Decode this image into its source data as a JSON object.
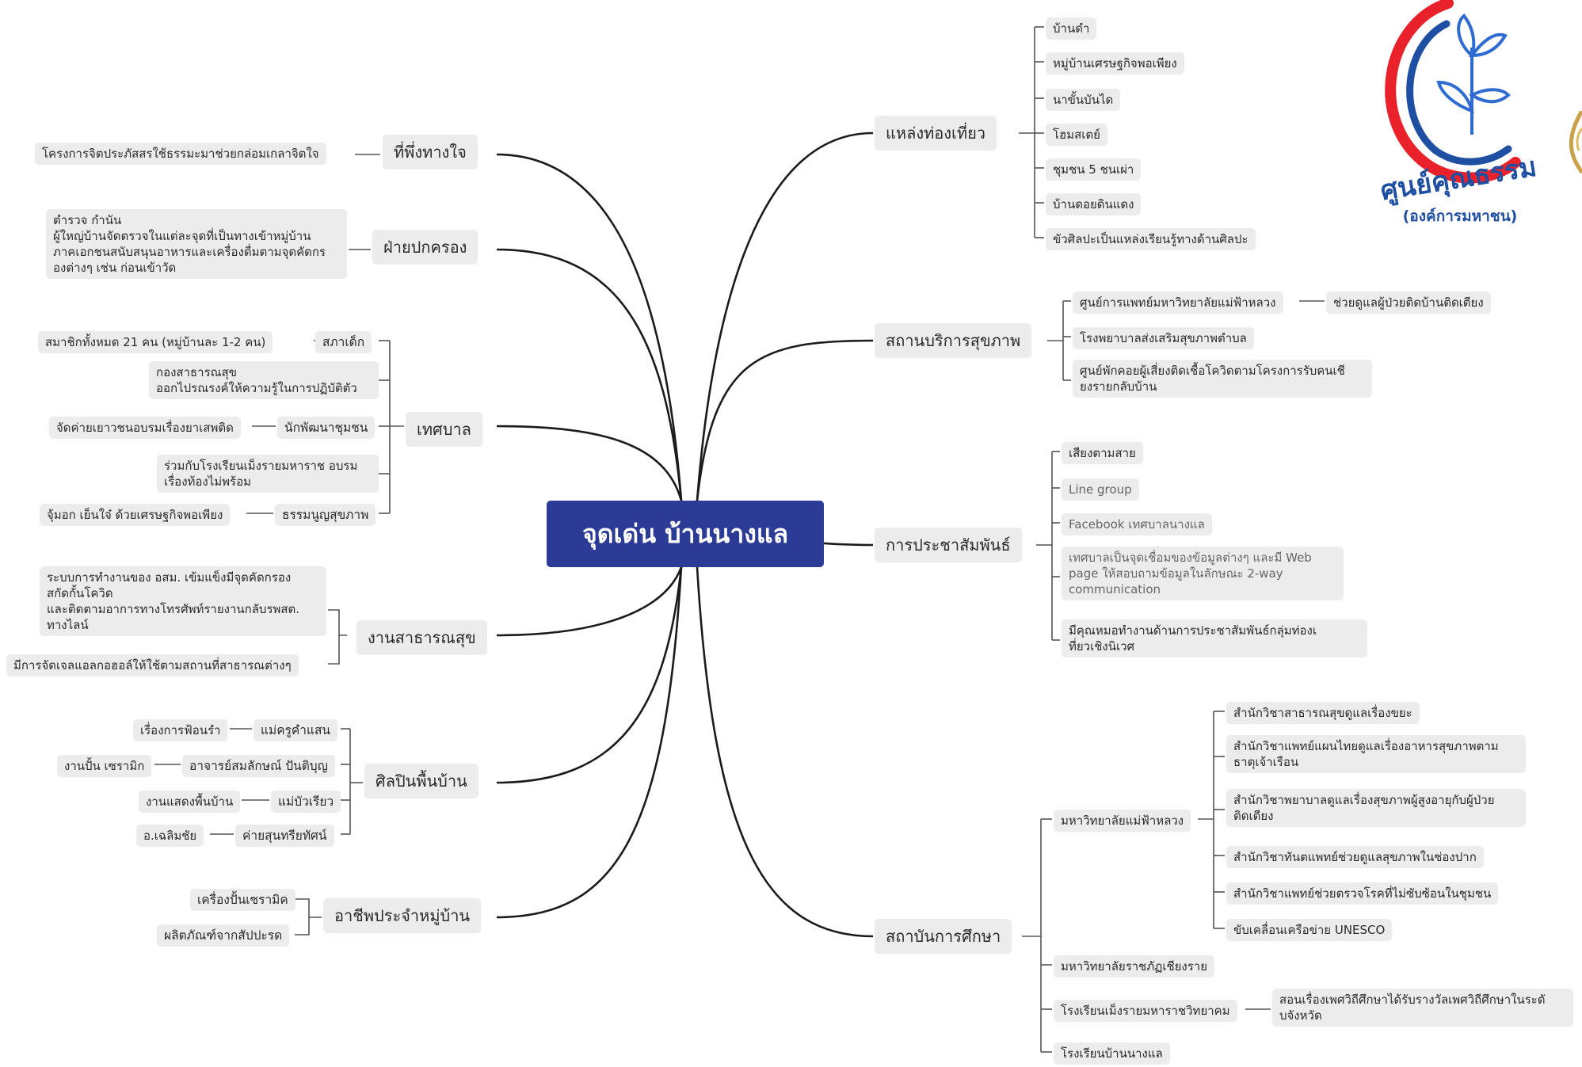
{
  "center": {
    "label": "จุดเด่น บ้านนางแล"
  },
  "logo": {
    "title": "ศูนย์คุณธรรม",
    "subtitle": "(องค์การมหาชน)"
  },
  "left": {
    "refuge": {
      "label": "ที่พึ่งทางใจ",
      "items": [
        "โครงการจิตประภัสสรใช้ธรรมะมาช่วยกล่อมเกลาจิตใจ"
      ]
    },
    "admin": {
      "label": "ฝ่ายปกครอง",
      "items": [
        "ตำรวจ กำนัน\nผู้ใหญ่บ้านจัดตรวจในแต่ละจุดที่เป็นทางเข้าหมู่บ้าน\nภาคเอกชนสนับสนุนอาหารและเครื่องดื่มตามจุดคัดกร\nองต่างๆ เช่น ก่อนเข้าวัด"
      ]
    },
    "municipality": {
      "label": "เทศบาล",
      "children": [
        {
          "label": "สภาเด็ก",
          "items": [
            "สมาชิกทั้งหมด 21  คน (หมู่บ้านละ 1-2 คน)"
          ]
        },
        {
          "label": "",
          "items": [
            "กองสาธารณสุข\nออกไปรณรงค์ให้ความรู้ในการปฏิบัติตัว"
          ]
        },
        {
          "label": "นักพัฒนาชุมชน",
          "items": [
            "จัดค่ายเยาวชนอบรมเรื่องยาเสพติด"
          ]
        },
        {
          "label": "",
          "items": [
            "ร่วมกับโรงเรียนเม็งรายมหาราช อบรม\nเรื่องท้องไม่พร้อม"
          ]
        },
        {
          "label": "ธรรมนูญสุขภาพ",
          "items": [
            "จุ้มอก เย็นใจ๋ ด้วยเศรษฐกิจพอเพียง"
          ]
        }
      ]
    },
    "publichealth": {
      "label": "งานสาธารณสุข",
      "items": [
        "ระบบการทำงานของ อสม. เข้มแข็งมีจุดคัดกรอง\nสกัดกั้นโควิด\nและติดตามอาการทางโทรศัพท์รายงานกลับรพสต.\nทางไลน์",
        "มีการจัดเจลแอลกอฮอล์ให้ใช้ตามสถานที่สาธารณต่างๆ"
      ]
    },
    "artists": {
      "label": "ศิลปินพื้นบ้าน",
      "children": [
        {
          "label": "แม่ครูคำแสน",
          "items": [
            "เรื่องการฟ้อนรำ"
          ]
        },
        {
          "label": "อาจารย์สมลักษณ์ ปันติบุญ",
          "items": [
            "งานปั้น เซรามิก"
          ]
        },
        {
          "label": "แม่บัวเรียว",
          "items": [
            "งานแสดงพื้นบ้าน"
          ]
        },
        {
          "label": "ค่ายสุนทรียทัศน์",
          "items": [
            "อ.เฉลิมชัย"
          ]
        }
      ]
    },
    "occupation": {
      "label": "อาชีพประจำหมู่บ้าน",
      "items": [
        "เครื่องปั้นเซรามิค",
        "ผลิตภัณฑ์จากสัปปะรด"
      ]
    }
  },
  "right": {
    "tourism": {
      "label": "แหล่งท่องเที่ยว",
      "items": [
        "บ้านดำ",
        "หมู่บ้านเศรษฐกิจพอเพียง",
        "นาขั้นบันได",
        "โฮมสเตย์",
        "ชุมชน 5 ชนเผ่า",
        "บ้านดอยดินแดง",
        "ขัวศิลปะเป็นแหล่งเรียนรู้ทางด้านศิลปะ"
      ]
    },
    "health": {
      "label": "สถานบริการสุขภาพ",
      "items": [
        {
          "label": "ศูนย์การแพทย์มหาวิทยาลัยแม่ฟ้าหลวง",
          "child": "ช่วยดูแลผู้ป่วยติดบ้านติดเตียง"
        },
        {
          "label": "โรงพยาบาลส่งเสริมสุขภาพตำบล"
        },
        {
          "label": "ศูนย์พักคอยผู้เสี่ยงติดเชื้อโควิดตามโครงการรับคนเชี\nยงรายกลับบ้าน"
        }
      ]
    },
    "pr": {
      "label": "การประชาสัมพันธ์",
      "items": [
        "เสียงตามสาย",
        "Line group",
        "Facebook เทศบาลนางแล",
        "เทศบาลเป็นจุดเชื่อมของข้อมูลต่างๆ และมี Web\npage ให้สอบถามข้อมูลในลักษณะ  2-way\ncommunication",
        "มีคุณหมอทำงานด้านการประชาสัมพันธ์กลุ่มท่องเ\nที่ยวเชิงนิเวศ"
      ]
    },
    "education": {
      "label": "สถาบันการศึกษา",
      "children": [
        {
          "label": "มหาวิทยาลัยแม่ฟ้าหลวง",
          "items": [
            "สำนักวิชาสาธารณสุขดูแลเรื่องขยะ",
            "สำนักวิชาแพทย์แผนไทยดูแลเรื่องอาหารสุขภาพตาม\nธาตุเจ้าเรือน",
            "สำนักวิชาพยาบาลดูแลเรื่องสุขภาพผู้สูงอายุกับผู้ป่วย\nติดเตียง",
            "สำนักวิชาทันตแพทย์ช่วยดูแลสุขภาพในช่องปาก",
            "สำนักวิชาแพทย์ช่วยตรวจโรคที่ไม่ซับซ้อนในชุมชน",
            "ขับเคลื่อนเครือข่าย UNESCO"
          ]
        },
        {
          "label": "มหาวิทยาลัยราชภัฏเชียงราย",
          "items": []
        },
        {
          "label": "โรงเรียนเม็งรายมหาราชวิทยาคม",
          "items": [
            "สอนเรื่องเพศวิถีศึกษาได้รับรางวัลเพศวิถีศึกษาในระดั\nบจังหวัด"
          ]
        },
        {
          "label": "โรงเรียนบ้านนางแล",
          "items": []
        }
      ]
    }
  }
}
